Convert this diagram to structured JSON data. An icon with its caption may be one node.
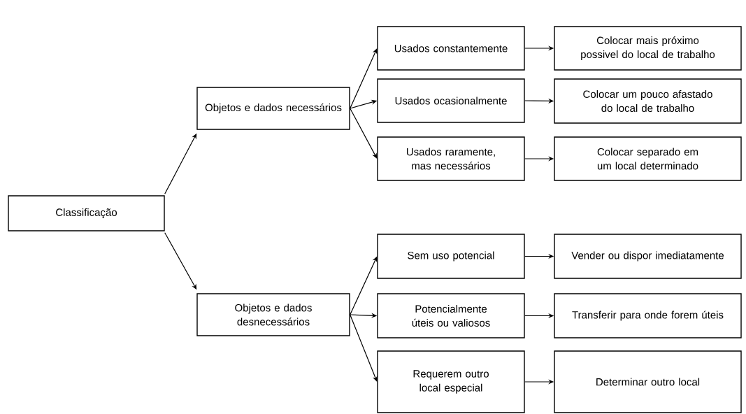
{
  "diagram": {
    "nodes": [
      {
        "text": [
          "Classificação"
        ]
      },
      {
        "text": [
          "Objetos e dados necessários"
        ]
      },
      {
        "text": [
          "Objetos e dados desnecessários"
        ]
      },
      {
        "text": [
          "Usados constantemente"
        ]
      },
      {
        "text": [
          "Usados ocasionalmente"
        ]
      },
      {
        "text": [
          "Usados raramente, mas necessários"
        ]
      },
      {
        "text": [
          "Sem uso potencial"
        ]
      },
      {
        "text": [
          "Potencialmente úteis ou valiosos"
        ]
      },
      {
        "text": [
          "Requerem outro local especial"
        ]
      },
      {
        "text": [
          "Colocar mais próximo possivel do local de trabalho"
        ]
      },
      {
        "text": [
          "Colocar um pouco afastado do local de trabalho"
        ]
      },
      {
        "text": [
          "Colocar separado em um local determinado"
        ]
      },
      {
        "text": [
          "Vender ou dispor imediatamente"
        ]
      },
      {
        "text": [
          "Transferir para onde forem úteis"
        ]
      },
      {
        "text": [
          "Determinar outro local"
        ]
      }
    ],
    "edges": [
      {
        "from": 0,
        "to": 1,
        "arrow": "to"
      },
      {
        "from": 0,
        "to": 2,
        "arrow": "to"
      },
      {
        "from": 1,
        "to": 3,
        "arrow": "to"
      },
      {
        "from": 1,
        "to": 4,
        "arrow": "to"
      },
      {
        "from": 1,
        "to": 5,
        "arrow": "to"
      },
      {
        "from": 2,
        "to": 6,
        "arrow": "to"
      },
      {
        "from": 2,
        "to": 7,
        "arrow": "to"
      },
      {
        "from": 2,
        "to": 8,
        "arrow": "to"
      },
      {
        "from": 3,
        "to": 9,
        "arrow": "to"
      },
      {
        "from": 4,
        "to": 10,
        "arrow": "to"
      },
      {
        "from": 5,
        "to": 11,
        "arrow": "to"
      },
      {
        "from": 6,
        "to": 12,
        "arrow": "to"
      },
      {
        "from": 7,
        "to": 13,
        "arrow": "to"
      },
      {
        "from": 8,
        "to": 14,
        "arrow": "to"
      }
    ]
  }
}
